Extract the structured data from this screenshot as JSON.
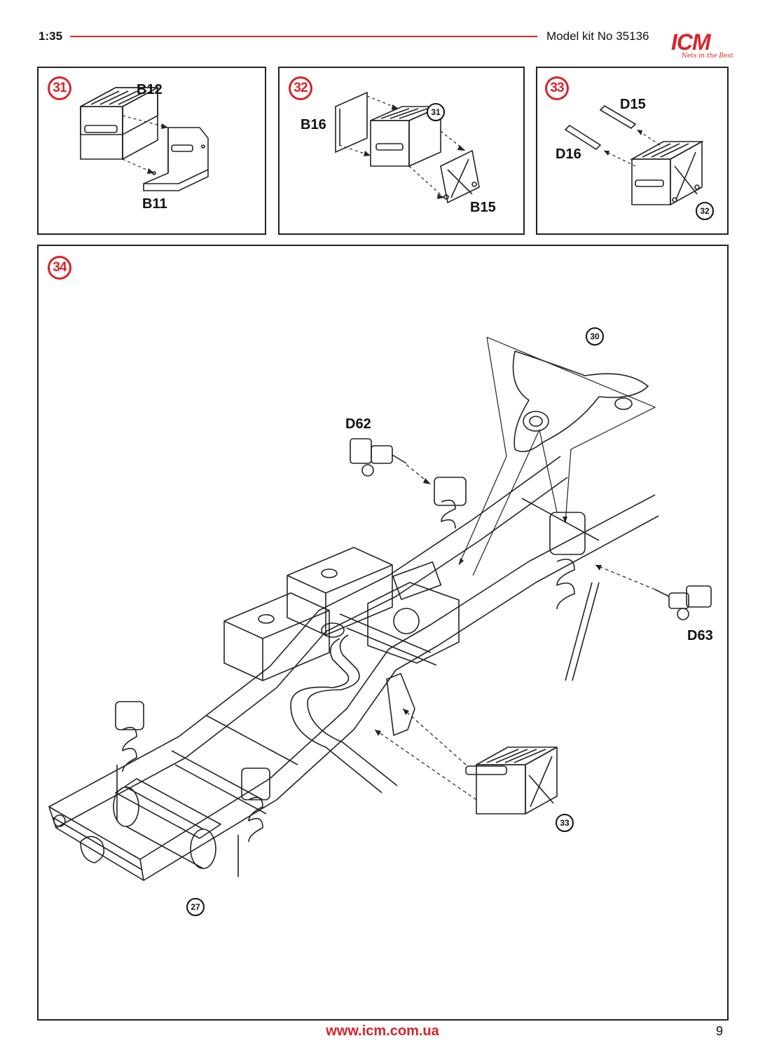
{
  "header": {
    "scale": "1:35",
    "model": "Model kit No 35136",
    "logo_main": "ICM",
    "logo_tagline": "Nets in the Best"
  },
  "steps": [
    {
      "number": "31",
      "parts": [
        "B12",
        "B11"
      ],
      "refs": []
    },
    {
      "number": "32",
      "parts": [
        "B16",
        "B15"
      ],
      "refs": [
        "31"
      ]
    },
    {
      "number": "33",
      "parts": [
        "D15",
        "D16"
      ],
      "refs": [
        "32"
      ]
    },
    {
      "number": "34",
      "parts": [
        "D62",
        "D63"
      ],
      "refs": [
        "30",
        "33",
        "27"
      ]
    }
  ],
  "footer": {
    "url": "www.icm.com.ua",
    "page_number": "9"
  },
  "colors": {
    "accent": "#d8232a",
    "line": "#222222"
  }
}
